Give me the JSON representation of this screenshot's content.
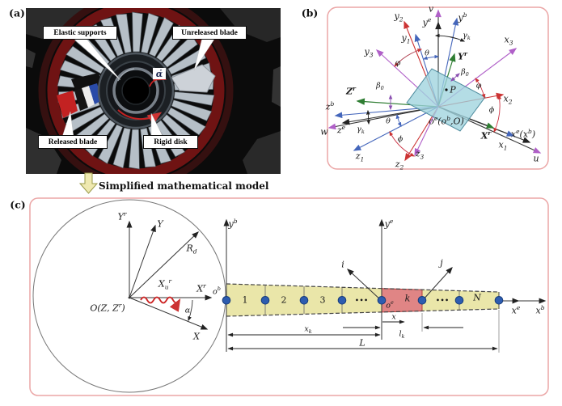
{
  "figure": {
    "panel_a": {
      "tag": "(a)",
      "callouts": {
        "elastic_supports": "Elastic supports",
        "unreleased_blade": "Unreleased blade",
        "released_blade": "Released blade",
        "rigid_disk": "Rigid disk"
      },
      "rotation_label": "α̇",
      "caption": "Simplified mathematical model"
    },
    "panel_b": {
      "tag": "(b)",
      "axes": {
        "v": "v",
        "y_e": "y<sup>e</sup>",
        "y_b": "y<sup>b</sup>",
        "y1": "y<sub>1</sub>",
        "y2": "y<sub>2</sub>",
        "y3": "y<sub>3</sub>",
        "Y_r": "Y<sup>r</sup>",
        "x1": "x<sub>1</sub>",
        "x2": "x<sub>2</sub>",
        "x3": "x<sub>3</sub>",
        "X_r": "X<sup>r</sup>",
        "x_e_x_b": "x<sup>e</sup>(x<sup>b</sup>)",
        "u": "u",
        "Z_r": "Z<sup>r</sup>",
        "z_b": "z<sup>b</sup>",
        "z_e": "z<sup>e</sup>",
        "w": "w",
        "z1": "z<sub>1</sub>",
        "z2": "z<sub>2</sub>",
        "z3": "z<sub>3</sub>"
      },
      "angles": {
        "gamma_k_top": "γ<sub>k</sub>",
        "theta_top": "θ",
        "varphi_top": "φ",
        "beta0_right": "β<sub>0</sub>",
        "varphi_right": "φ",
        "phi_right": "ϕ",
        "beta0_left": "β<sub>0</sub>",
        "gamma_k_left": "γ<sub>k</sub>",
        "theta_left": "θ",
        "phi_left": "ϕ"
      },
      "points": {
        "P": "P",
        "origin": "o<sup>e</sup>(o<sup>b</sup>,O)"
      }
    },
    "panel_c": {
      "tag": "(c)",
      "disk": {
        "Y_r": "Y<sup>r</sup>",
        "Y": "Y",
        "R_d": "R<sub>d</sub>",
        "X_r": "X<sup>r</sup>",
        "X_u_r": "X<sub>u</sub><sup>r</sup>",
        "origin": "O(Z, Z<sup>r</sup>)",
        "alpha": "α",
        "X": "X",
        "o_b": "o<sup>b</sup>"
      },
      "beam": {
        "y_b": "y<sup>b</sup>",
        "y_e": "y<sup>e</sup>",
        "e1": "1",
        "e2": "2",
        "e3": "3",
        "dots1": "•••",
        "k": "k",
        "dots2": "•••",
        "N": "N",
        "o_e": "o<sup>e</sup>",
        "i": "i",
        "j": "j",
        "x_local": "x",
        "x_k": "x<sub>k</sub>",
        "l_k": "l<sub>k</sub>",
        "L": "L",
        "x_e": "x<sup>e</sup>",
        "x_b": "x<sup>b</sup>"
      }
    },
    "colors": {
      "panel_border": "#eba6a6",
      "plate_fill": "#9fd4de",
      "axis_red": "#cc3333",
      "axis_blue": "#4466bb",
      "axis_green": "#2e7d32",
      "axis_magenta": "#b060c8",
      "axis_black": "#222222",
      "beam_fill": "#eae6a9",
      "element_k_fill": "#e08585",
      "node_fill": "#2d5cb0",
      "wave_arrow": "#cc2222",
      "ring_red": "#6f1313"
    }
  }
}
